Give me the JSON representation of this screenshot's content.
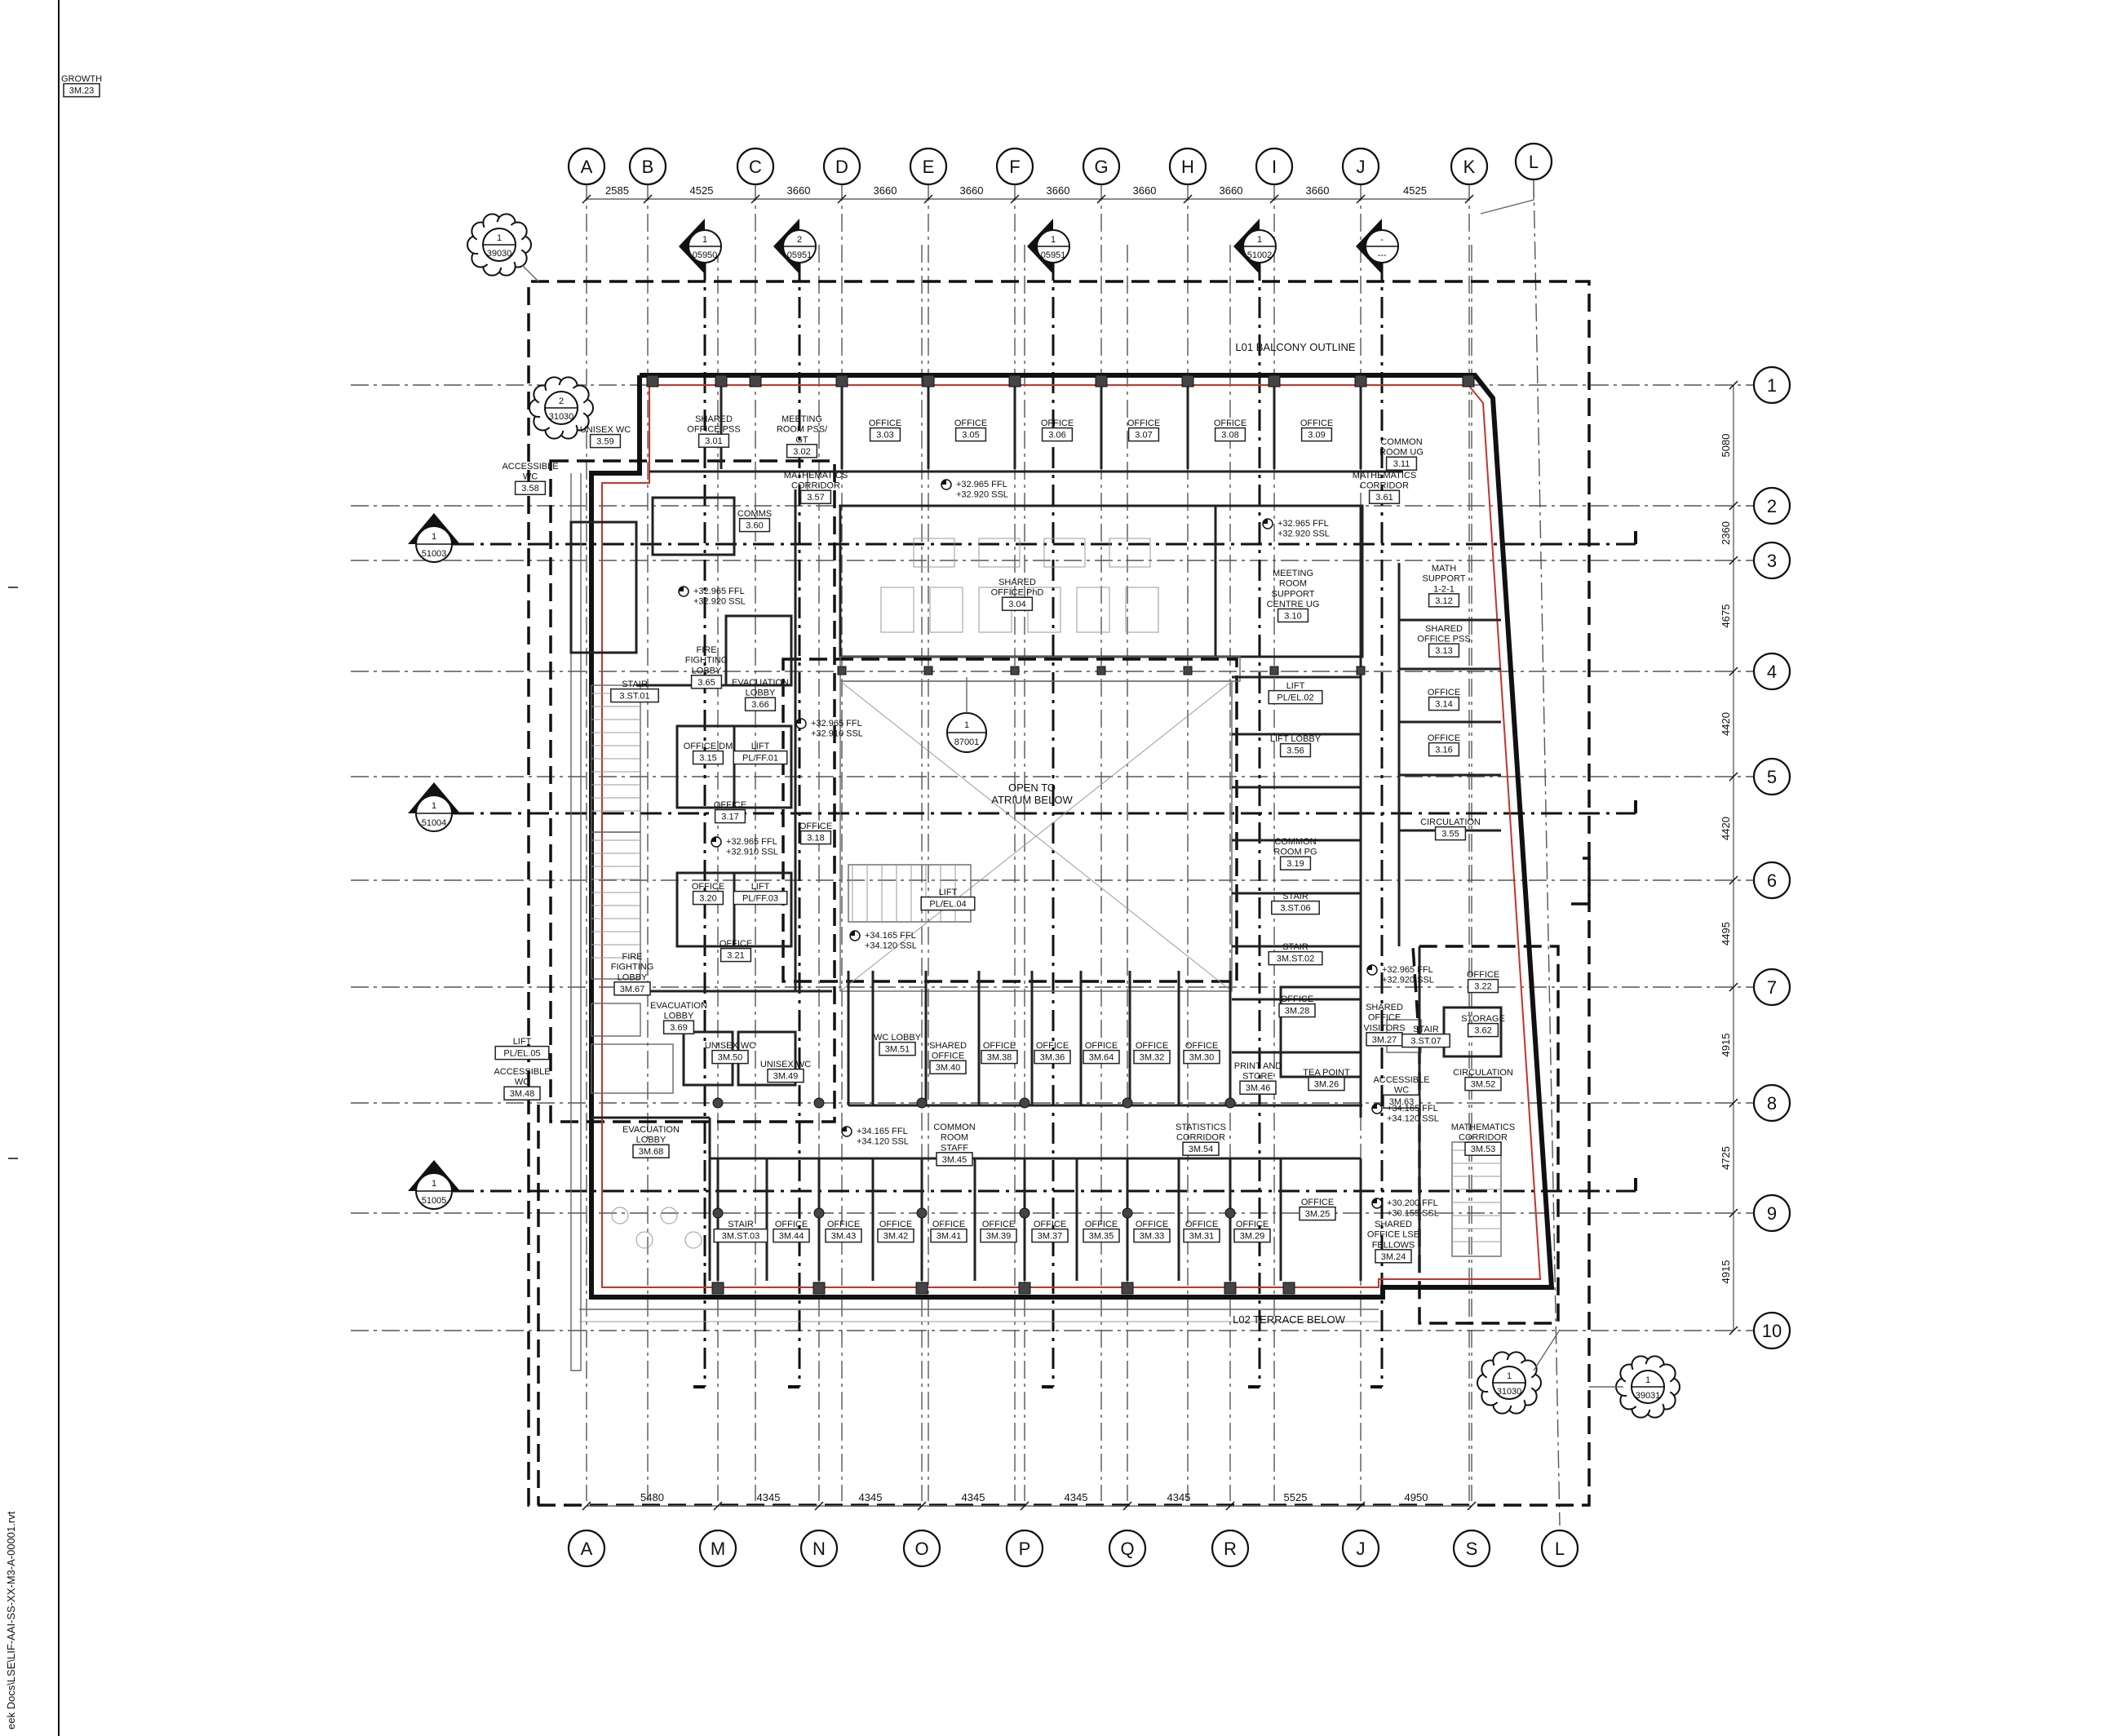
{
  "colors": {
    "line": "#111111",
    "wall_accent": "#c2342a",
    "background": "#ffffff"
  },
  "file_ref": "eek Docs\\LSE\\LIF-AAI-SS-XX-M3-A-00001.rvt",
  "grid_top": [
    "A",
    "B",
    "C",
    "D",
    "E",
    "F",
    "G",
    "H",
    "I",
    "J",
    "K",
    "L"
  ],
  "dims_top": [
    "2585",
    "4525",
    "3660",
    "3660",
    "3660",
    "3660",
    "3660",
    "3660",
    "3660",
    "4525"
  ],
  "grid_bottom": [
    "A",
    "M",
    "N",
    "O",
    "P",
    "Q",
    "R",
    "J",
    "S",
    "L"
  ],
  "dims_bottom": [
    "5480",
    "4345",
    "4345",
    "4345",
    "4345",
    "4345",
    "5525",
    "4950"
  ],
  "grid_right": [
    "1",
    "2",
    "3",
    "4",
    "5",
    "6",
    "7",
    "8",
    "9",
    "10"
  ],
  "dims_right": [
    "5080",
    "2360",
    "4675",
    "4420",
    "4420",
    "4495",
    "4915",
    "4725",
    "4915"
  ],
  "section_markers": [
    {
      "num": "1",
      "ref": "05950"
    },
    {
      "num": "2",
      "ref": "05951"
    },
    {
      "num": "1",
      "ref": "05951"
    },
    {
      "num": "1",
      "ref": "51002"
    },
    {
      "num": "-",
      "ref": "---"
    }
  ],
  "side_markers": [
    {
      "num": "1",
      "ref": "51003"
    },
    {
      "num": "1",
      "ref": "51004"
    },
    {
      "num": "1",
      "ref": "51005"
    }
  ],
  "clouds": [
    {
      "num": "1",
      "ref": "39030"
    },
    {
      "num": "2",
      "ref": "31030"
    },
    {
      "num": "1",
      "ref": "31030"
    },
    {
      "num": "1",
      "ref": "39031"
    }
  ],
  "atrium_tag": {
    "num": "1",
    "ref": "87001"
  },
  "notes": {
    "balcony": "L01 BALCONY OUTLINE",
    "terrace": "L02 TERRACE BELOW",
    "atrium": "OPEN TO\nATRIUM BELOW"
  },
  "levels": [
    "+32.965 FFL\n+32.920 SSL",
    "+32.965 FFL\n+32.920 SSL",
    "+32.965 FFL\n+32.920 SSL",
    "+32.965 FFL\n+32.910 SSL",
    "+32.965 FFL\n+32.910 SSL",
    "+34.165 FFL\n+34.120 SSL",
    "+32.965 FFL\n+32.920 SSL",
    "+34.165 FFL\n+34.120 SSL",
    "+34.165 FFL\n+34.120 SSL",
    "+30.200 FFL\n+30.155 SSL"
  ],
  "rooms": [
    {
      "name": "UNISEX WC",
      "num": "3.59"
    },
    {
      "name": "SHARED\nOFFICE PSS",
      "num": "3.01"
    },
    {
      "name": "MEETING\nROOM PSS/\nGT",
      "num": "3.02"
    },
    {
      "name": "OFFICE",
      "num": "3.03"
    },
    {
      "name": "OFFICE",
      "num": "3.05"
    },
    {
      "name": "OFFICE",
      "num": "3.06"
    },
    {
      "name": "OFFICE",
      "num": "3.07"
    },
    {
      "name": "OFFICE",
      "num": "3.08"
    },
    {
      "name": "OFFICE",
      "num": "3.09"
    },
    {
      "name": "COMMON\nROOM UG",
      "num": "3.11"
    },
    {
      "name": "ACCESSIBLE\nWC",
      "num": "3.58"
    },
    {
      "name": "MATHEMATICS\nCORRIDOR",
      "num": "3.57"
    },
    {
      "name": "MATHEMATICS\nCORRIDOR",
      "num": "3.61"
    },
    {
      "name": "COMMS",
      "num": "3.60"
    },
    {
      "name": "SHARED\nOFFICE PhD",
      "num": "3.04"
    },
    {
      "name": "MEETING\nROOM\nSUPPORT\nCENTRE UG",
      "num": "3.10"
    },
    {
      "name": "MATH\nSUPPORT\n1-2-1",
      "num": "3.12"
    },
    {
      "name": "SHARED\nOFFICE PSS",
      "num": "3.13"
    },
    {
      "name": "FIRE\nFIGHTING\nLOBBY",
      "num": "3.65"
    },
    {
      "name": "EVACUATION\nLOBBY",
      "num": "3.66"
    },
    {
      "name": "STAIR",
      "num": "3.ST.01"
    },
    {
      "name": "OFFICE",
      "num": "3.14"
    },
    {
      "name": "OFFICE DM",
      "num": "3.15"
    },
    {
      "name": "LIFT",
      "num": "PL/FF.01"
    },
    {
      "name": "LIFT",
      "num": "PL/EL.02"
    },
    {
      "name": "OFFICE",
      "num": "3.16"
    },
    {
      "name": "OFFICE",
      "num": "3.17"
    },
    {
      "name": "LIFT LOBBY",
      "num": "3.56"
    },
    {
      "name": "OFFICE",
      "num": "3.18"
    },
    {
      "name": "CIRCULATION",
      "num": "3.55"
    },
    {
      "name": "COMMON\nROOM PG",
      "num": "3.19"
    },
    {
      "name": "OFFICE",
      "num": "3.20"
    },
    {
      "name": "LIFT",
      "num": "PL/FF.03"
    },
    {
      "name": "LIFT",
      "num": "PL/EL.04"
    },
    {
      "name": "STAIR",
      "num": "3.ST.06"
    },
    {
      "name": "OFFICE",
      "num": "3.21"
    },
    {
      "name": "FIRE\nFIGHTING\nLOBBY",
      "num": "3M.67"
    },
    {
      "name": "STAIR",
      "num": "3M.ST.02"
    },
    {
      "name": "OFFICE",
      "num": "3.22"
    },
    {
      "name": "EVACUATION\nLOBBY",
      "num": "3.69"
    },
    {
      "name": "WC LOBBY",
      "num": "3M.51"
    },
    {
      "name": "SHARED\nOFFICE",
      "num": "3M.40"
    },
    {
      "name": "OFFICE",
      "num": "3M.38"
    },
    {
      "name": "OFFICE",
      "num": "3M.36"
    },
    {
      "name": "OFFICE",
      "num": "3M.64"
    },
    {
      "name": "OFFICE",
      "num": "3M.32"
    },
    {
      "name": "OFFICE",
      "num": "3M.30"
    },
    {
      "name": "OFFICE",
      "num": "3M.28"
    },
    {
      "name": "SHARED\nOFFICE\nVISITORS",
      "num": "3M.27"
    },
    {
      "name": "STAIR",
      "num": "3.ST.07"
    },
    {
      "name": "STORAGE",
      "num": "3.62"
    },
    {
      "name": "LIFT",
      "num": "PL/EL.05"
    },
    {
      "name": "UNISEX WC",
      "num": "3M.50"
    },
    {
      "name": "ACCESSIBLE\nWC",
      "num": "3M.48"
    },
    {
      "name": "UNISEX WC",
      "num": "3M.49"
    },
    {
      "name": "PRINT AND\nSTORE",
      "num": "3M.46"
    },
    {
      "name": "TEA POINT",
      "num": "3M.26"
    },
    {
      "name": "ACCESSIBLE\nWC",
      "num": "3M.63"
    },
    {
      "name": "CIRCULATION",
      "num": "3M.52"
    },
    {
      "name": "EVACUATION\nLOBBY",
      "num": "3M.68"
    },
    {
      "name": "COMMON\nROOM\nSTAFF",
      "num": "3M.45"
    },
    {
      "name": "STATISTICS\nCORRIDOR",
      "num": "3M.54"
    },
    {
      "name": "MATHEMATICS\nCORRIDOR",
      "num": "3M.53"
    },
    {
      "name": "STAIR",
      "num": "3M.ST.03"
    },
    {
      "name": "OFFICE",
      "num": "3M.44"
    },
    {
      "name": "OFFICE",
      "num": "3M.43"
    },
    {
      "name": "OFFICE",
      "num": "3M.42"
    },
    {
      "name": "OFFICE",
      "num": "3M.41"
    },
    {
      "name": "OFFICE",
      "num": "3M.39"
    },
    {
      "name": "OFFICE",
      "num": "3M.37"
    },
    {
      "name": "OFFICE",
      "num": "3M.35"
    },
    {
      "name": "OFFICE",
      "num": "3M.33"
    },
    {
      "name": "OFFICE",
      "num": "3M.31"
    },
    {
      "name": "OFFICE",
      "num": "3M.29"
    },
    {
      "name": "OFFICE",
      "num": "3M.25"
    },
    {
      "name": "SHARED\nOFFICE LSE\nFELLOWS",
      "num": "3M.24"
    },
    {
      "name": "GROWTH",
      "num": "3M.23"
    }
  ]
}
